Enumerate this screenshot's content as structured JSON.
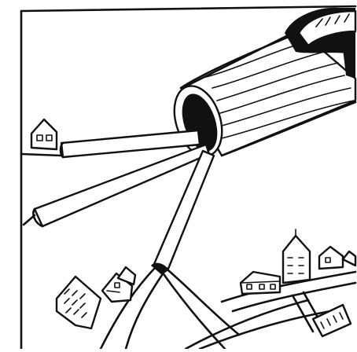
{
  "illustration": {
    "style": "black ink line drawing on white",
    "colors": {
      "ink": "#111111",
      "paper": "#ffffff"
    },
    "subjects": [
      "trunk-cable",
      "branch-cables",
      "roads",
      "houses",
      "buildings"
    ]
  }
}
